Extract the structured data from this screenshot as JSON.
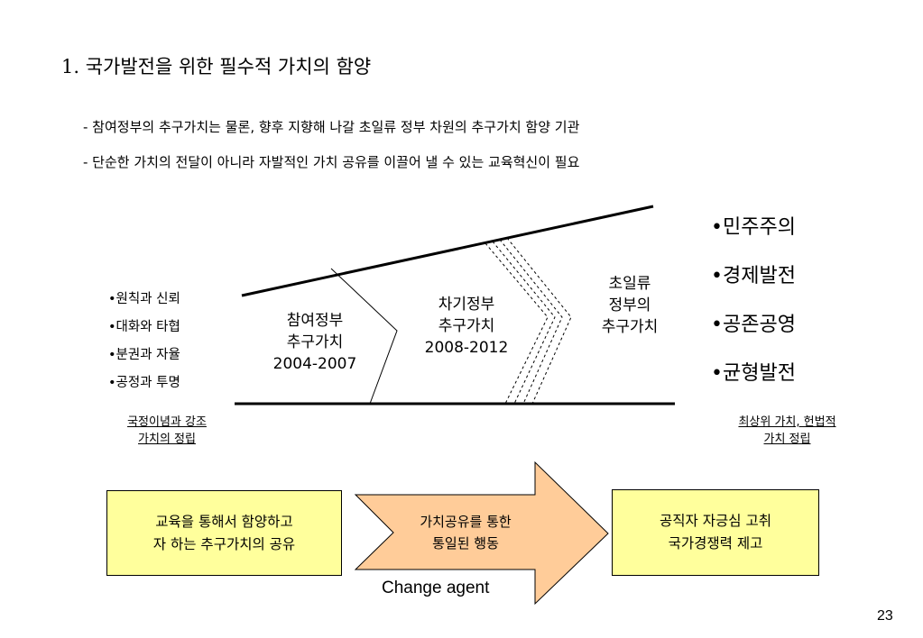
{
  "title": "1. 국가발전을 위한 필수적 가치의 함양",
  "bullets": [
    "- 참여정부의 추구가치는 물론, 향후 지향해 나갈 초일류 정부 차원의 추구가치 함양 기관",
    "- 단순한 가치의 전달이 아니라 자발적인 가치 공유를 이끌어 낼 수 있는 교육혁신이 필요"
  ],
  "left_values": [
    "•원칙과 신뢰",
    "•대화와 타협",
    "•분권과 자율",
    "•공정과 투명"
  ],
  "left_caption": [
    "국정이념과 강조",
    "가치의 정립"
  ],
  "stage1": [
    "참여정부",
    "추구가치",
    "2004-2007"
  ],
  "stage2": [
    "차기정부",
    "추구가치",
    "2008-2012"
  ],
  "stage3": [
    "초일류",
    "정부의",
    "추구가치"
  ],
  "right_values": [
    "•민주주의",
    "•경제발전",
    "•공존공영",
    "•균형발전"
  ],
  "right_caption": [
    "최상위 가치, 헌법적",
    "가치 정립"
  ],
  "box_left": [
    "교육을 통해서 함양하고",
    "자 하는 추구가치의 공유"
  ],
  "arrow": [
    "가치공유를 통한",
    "통일된 행동"
  ],
  "box_right": [
    "공직자 자긍심 고취",
    "국가경쟁력 제고"
  ],
  "change_agent": "Change agent",
  "page_number": "23",
  "colors": {
    "box_fill": "#ffff9c",
    "arrow_fill": "#ffcc99"
  }
}
